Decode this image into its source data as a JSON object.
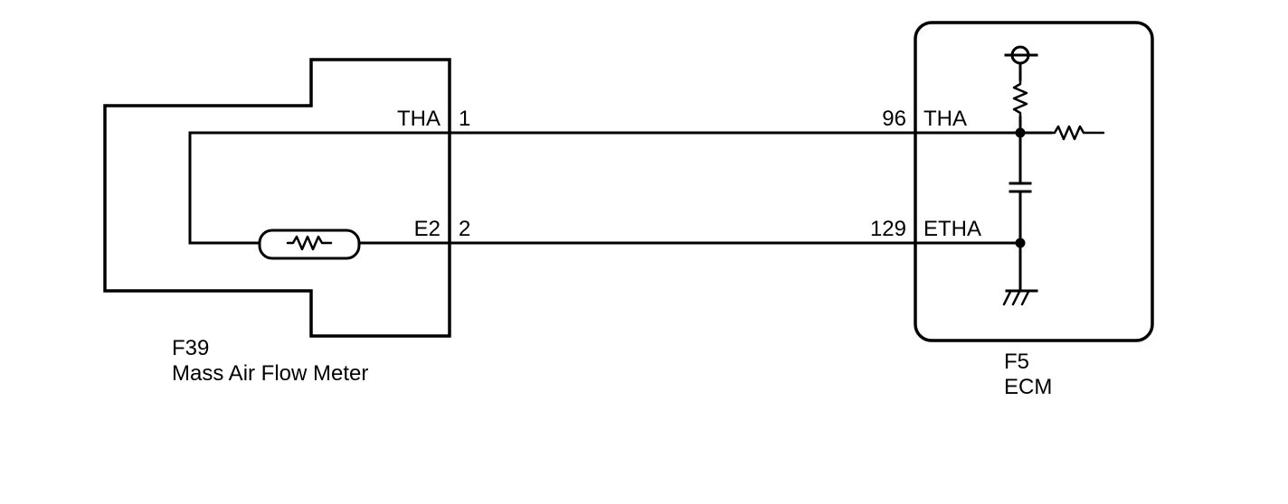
{
  "colors": {
    "line": "#000000",
    "background": "#ffffff"
  },
  "sensor": {
    "id": "F39",
    "name": "Mass Air Flow Meter",
    "pins": [
      {
        "label": "THA",
        "number": "1"
      },
      {
        "label": "E2",
        "number": "2"
      }
    ]
  },
  "ecm": {
    "id": "F5",
    "name": "ECM",
    "pins": [
      {
        "number": "96",
        "label": "THA"
      },
      {
        "number": "129",
        "label": "ETHA"
      }
    ]
  },
  "icons": {
    "thermistor": "thermistor-icon",
    "pullup_resistor": "resistor-icon",
    "series_resistor": "resistor-icon",
    "capacitor": "capacitor-icon",
    "supply": "power-supply-icon",
    "ground": "ground-icon"
  }
}
